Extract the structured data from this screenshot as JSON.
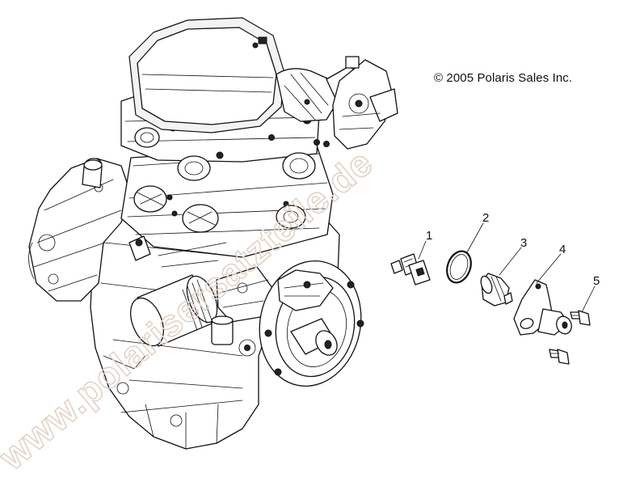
{
  "diagram": {
    "copyright": "© 2005 Polaris Sales Inc.",
    "watermark": "www.polarisersatzteile.de",
    "callouts": [
      {
        "label": "1"
      },
      {
        "label": "2"
      },
      {
        "label": "3"
      },
      {
        "label": "4"
      },
      {
        "label": "5"
      }
    ]
  }
}
